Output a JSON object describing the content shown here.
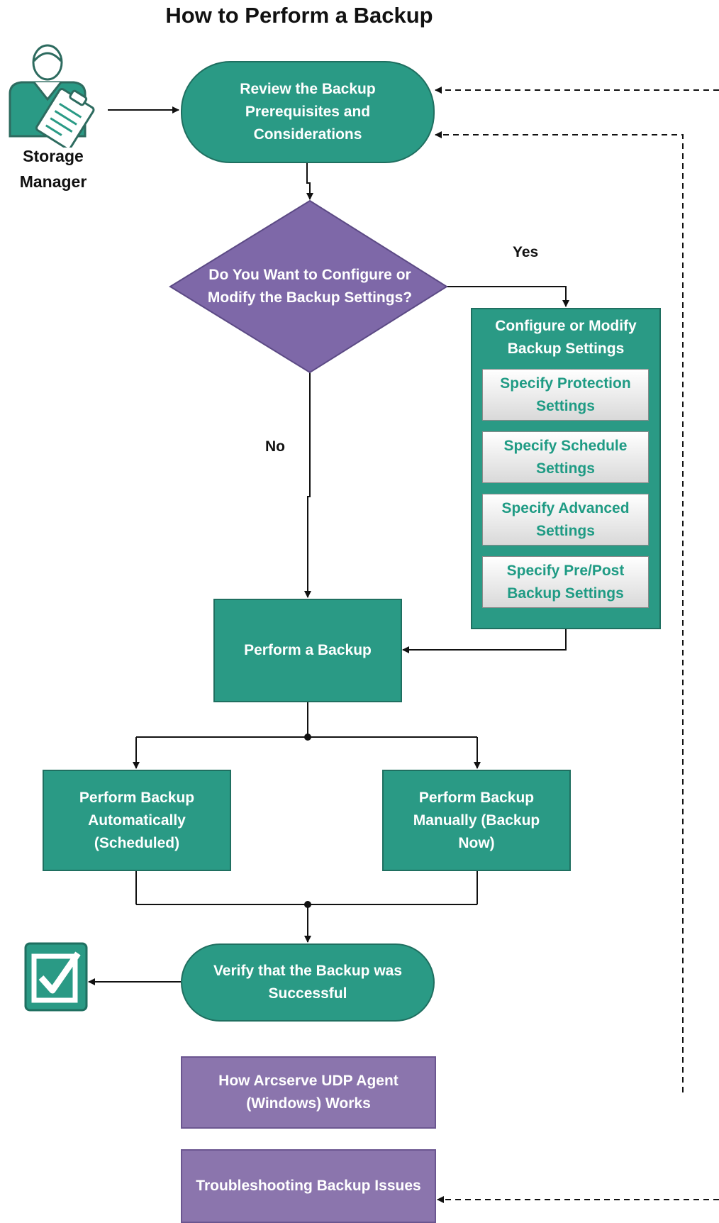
{
  "title": "How to Perform a Backup",
  "actor": {
    "label": "Storage Manager"
  },
  "nodes": {
    "review": "Review the Backup Prerequisites and Considerations",
    "decision": "Do You Want to Configure or Modify the Backup Settings?",
    "configure_group": {
      "title": "Configure or Modify Backup Settings",
      "items": [
        "Specify Protection Settings",
        "Specify Schedule Settings",
        "Specify Advanced Settings",
        "Specify Pre/Post Backup Settings"
      ]
    },
    "perform": "Perform a Backup",
    "auto": "Perform Backup Automatically (Scheduled)",
    "manual": "Perform Backup Manually (Backup Now)",
    "verify": "Verify that the Backup was Successful",
    "how_works": "How Arcserve UDP Agent (Windows) Works",
    "troubleshoot": "Troubleshooting Backup Issues"
  },
  "edges": {
    "yes": "Yes",
    "no": "No"
  },
  "colors": {
    "teal": "#2a9a85",
    "purple_decision": "#7e68a8",
    "purple_box": "#8b75ad",
    "subbox_text": "#1f9b84"
  },
  "icons": {
    "actor": "storage-manager-icon",
    "done": "checkmark-icon"
  }
}
